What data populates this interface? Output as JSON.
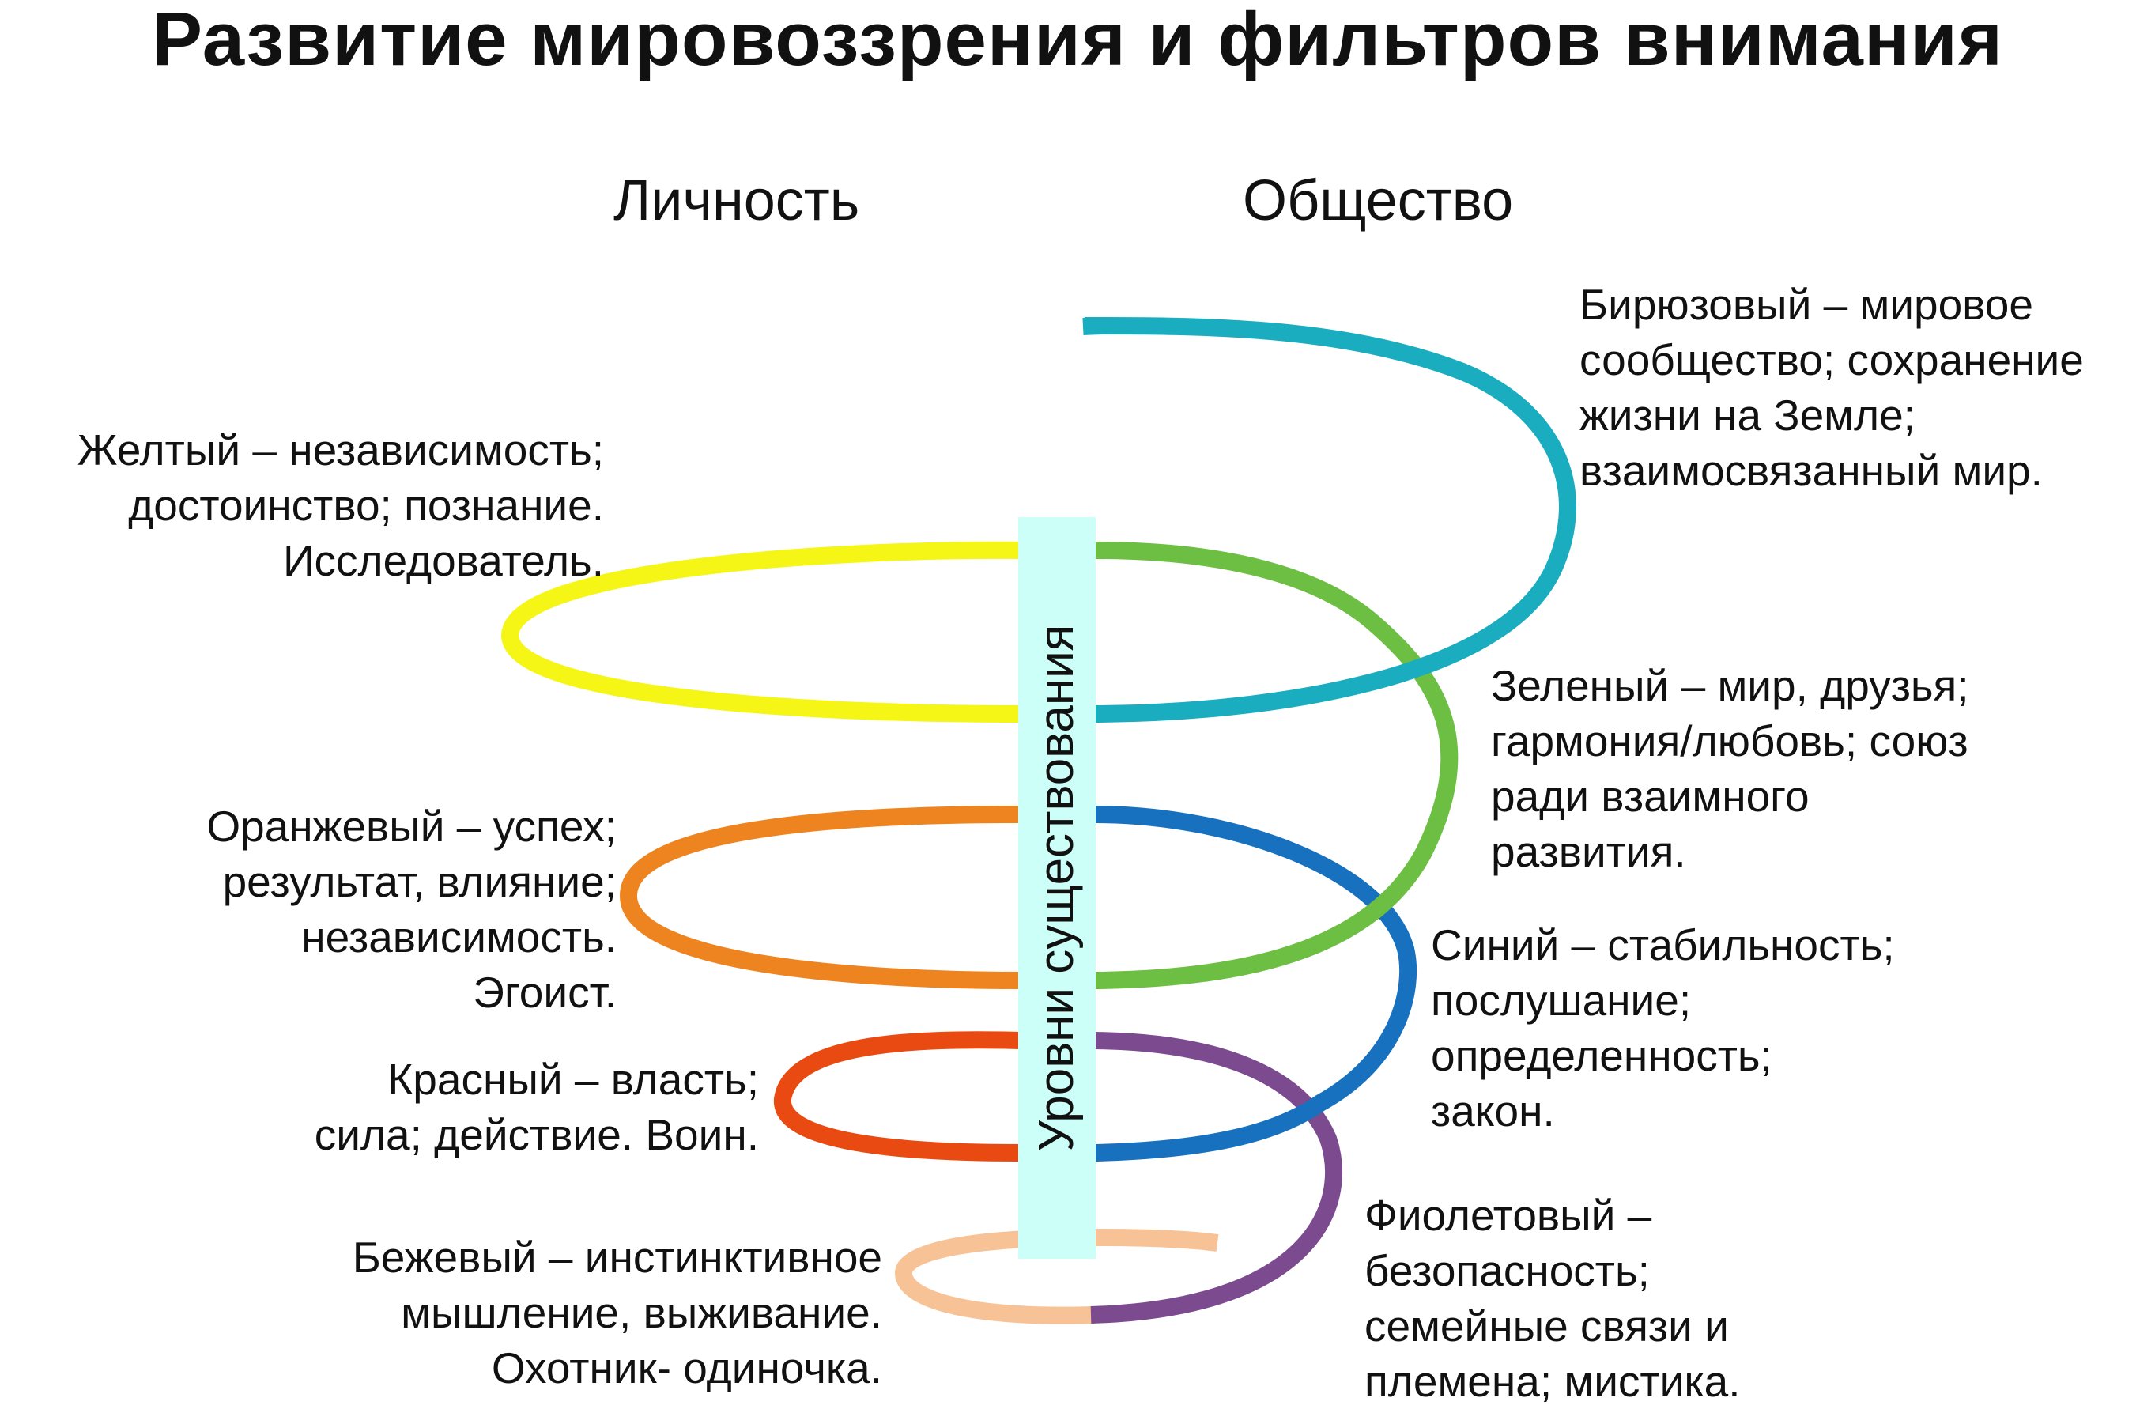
{
  "title": "Развитие мировоззрения и фильтров внимания",
  "headers": {
    "left": "Личность",
    "right": "Общество"
  },
  "axis_label": "Уровни существования",
  "levels": {
    "turquoise": {
      "color": "#1aadc0",
      "lines": [
        "Бирюзовый –  мировое",
        "сообщество; сохранение",
        "жизни на Земле;",
        "взаимосвязанный мир."
      ]
    },
    "yellow": {
      "color": "#f5f516",
      "lines": [
        "Желтый – независимость;",
        "достоинство; познание.",
        "Исследователь."
      ]
    },
    "green": {
      "color": "#6cbf42",
      "lines": [
        "Зеленый – мир, друзья;",
        "гармония/любовь; союз",
        "ради взаимного",
        "развития."
      ]
    },
    "orange": {
      "color": "#ee8420",
      "lines": [
        "Оранжевый – успех;",
        "результат, влияние;",
        "независимость.",
        "Эгоист."
      ]
    },
    "blue": {
      "color": "#1871bf",
      "lines": [
        "Синий – стабильность;",
        "послушание;",
        "определенность;",
        "закон."
      ]
    },
    "red": {
      "color": "#e84a12",
      "lines": [
        "Красный – власть;",
        "сила; действие. Воин."
      ]
    },
    "violet": {
      "color": "#7c4b8f",
      "lines": [
        "Фиолетовый –",
        "безопасность;",
        "семейные связи и",
        "племена; мистика."
      ]
    },
    "beige": {
      "color": "#f7c396",
      "lines": [
        "Бежевый – инстинктивное",
        "мышление, выживание.",
        "Охотник- одиночка."
      ]
    }
  }
}
